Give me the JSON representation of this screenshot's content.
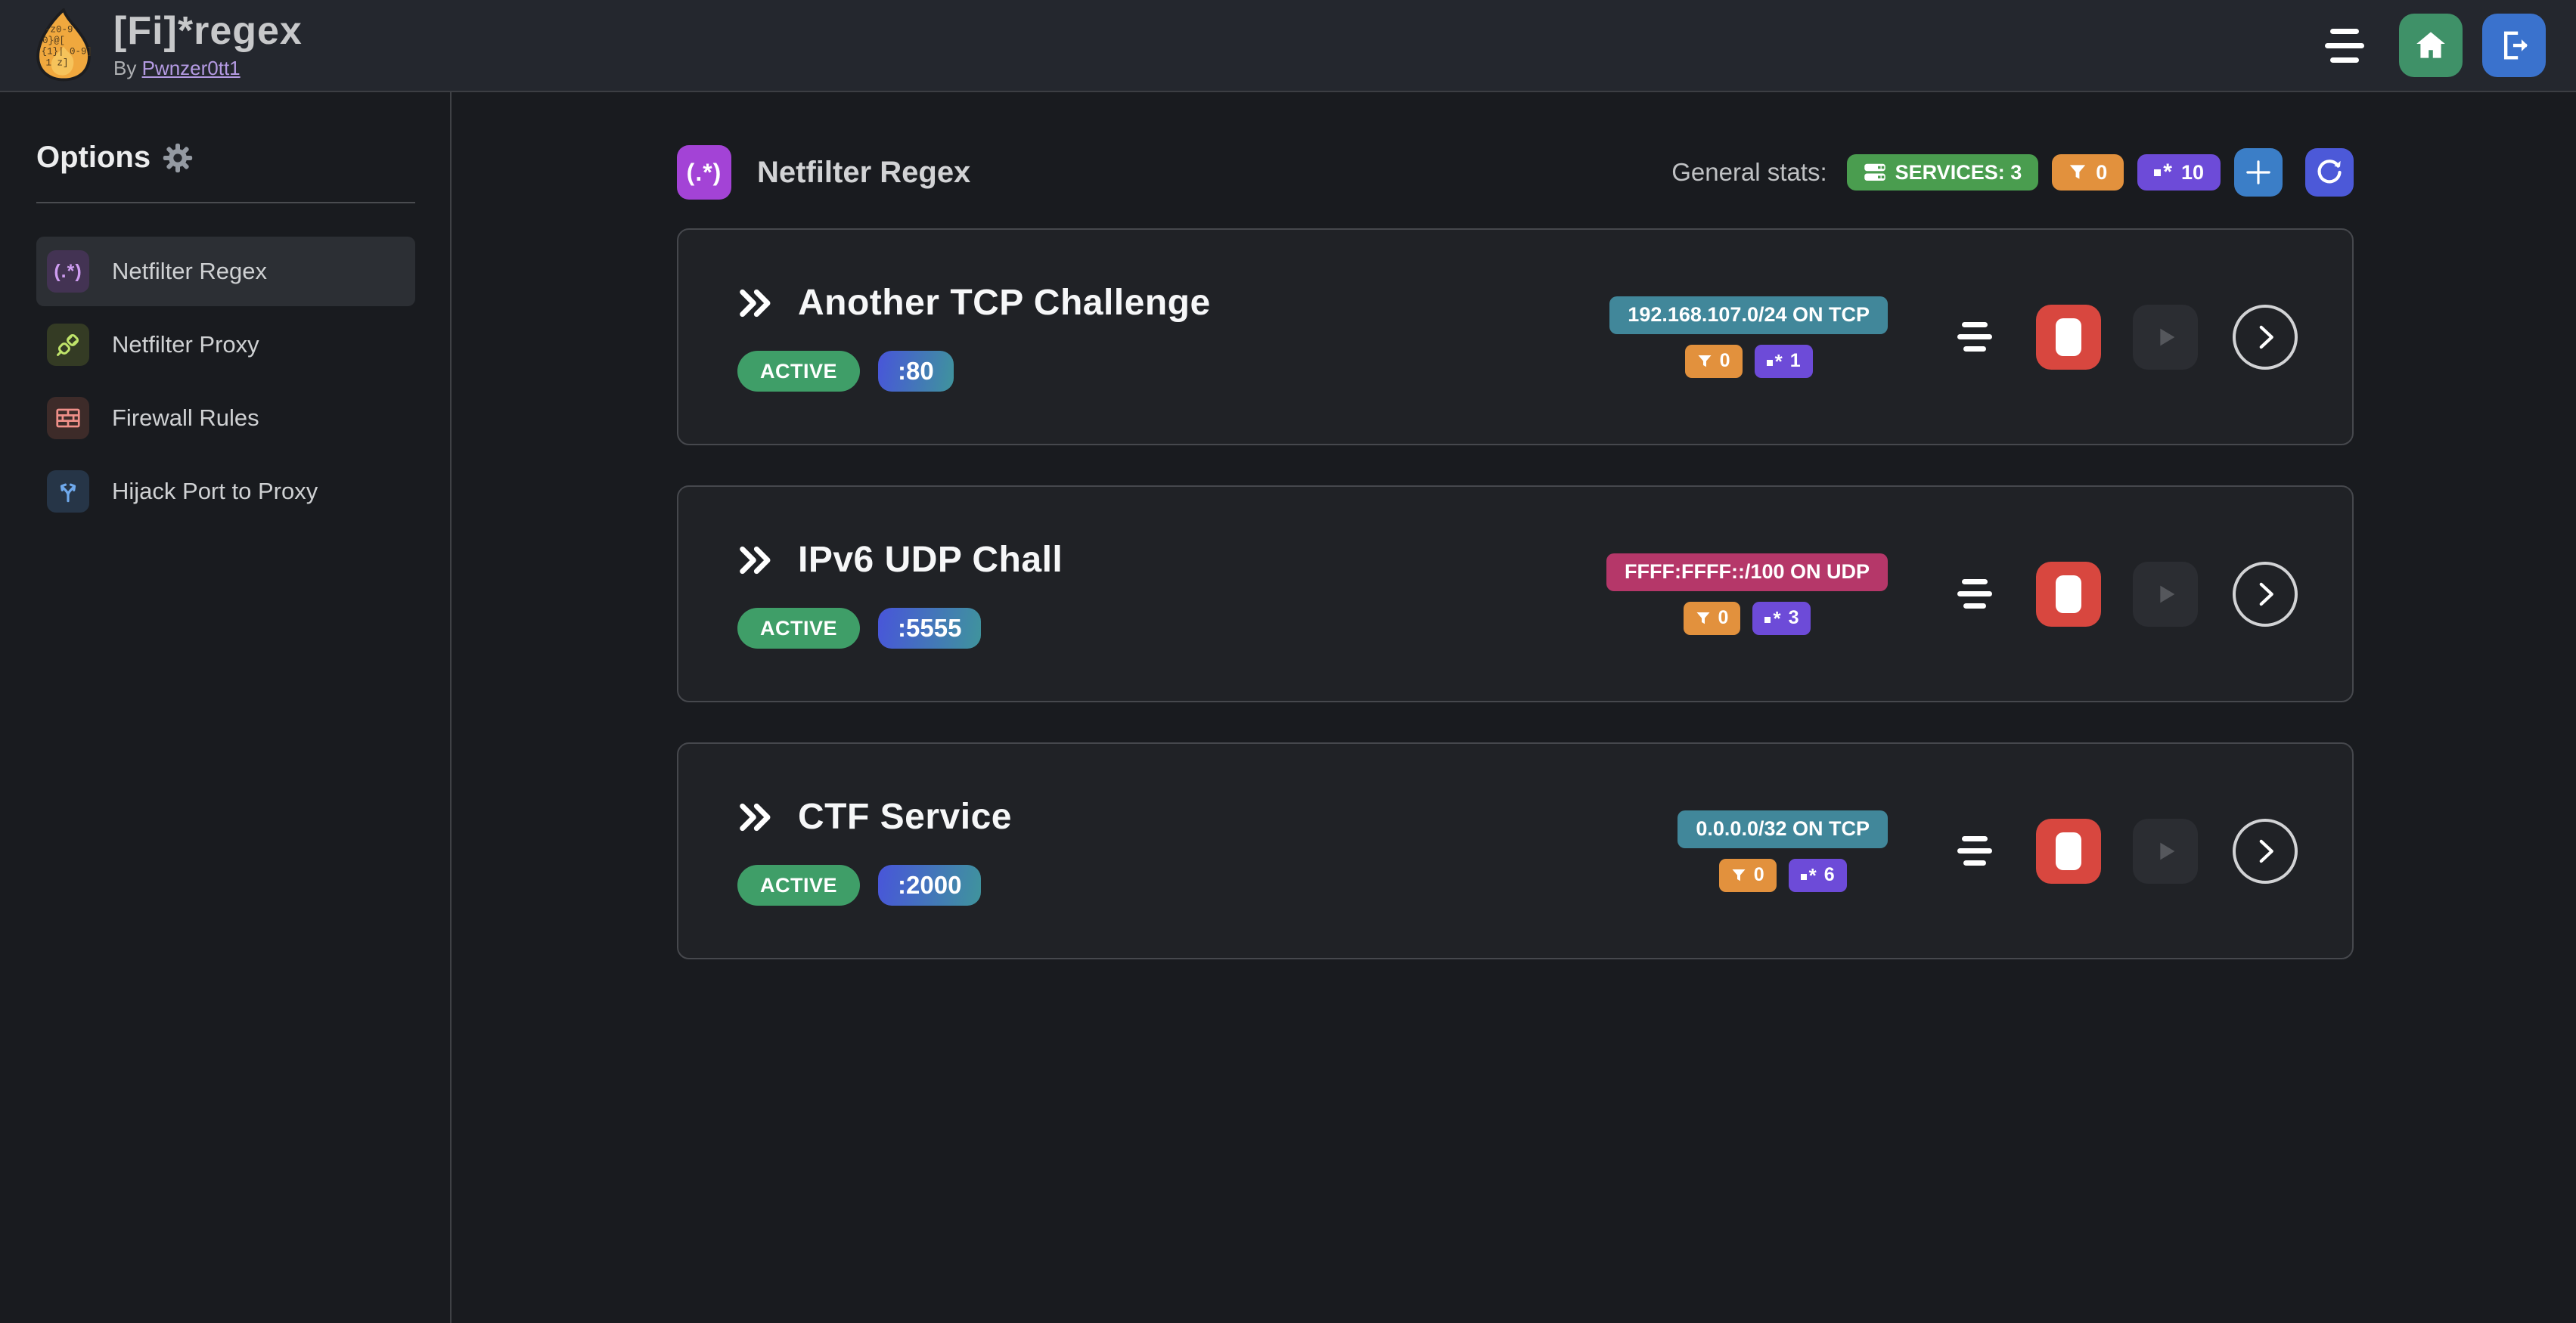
{
  "colors": {
    "page-bg": "#191b1f",
    "header-bg": "#24272e",
    "card-bg": "#202226",
    "card-border": "#46484d",
    "accent-green": "#4a9d4f",
    "accent-orange": "#e2913d",
    "accent-violet": "#6d4bd8",
    "active-green": "#3f9e68",
    "teal-badge": "#41879a",
    "pink-badge": "#b53769",
    "stop-red": "#d8473f",
    "home-green": "#3f9168",
    "logout-blue": "#3a72cd",
    "plus-blue": "#3b7ec7",
    "refresh-indigo": "#4c59d8",
    "section-purple": "#a343d6",
    "link-purple": "#b49ae2"
  },
  "header": {
    "title": "[Fi]*regex",
    "byline_prefix": "By",
    "byline_link": "Pwnzer0tt1"
  },
  "sidebar": {
    "heading": "Options",
    "items": [
      {
        "label": "Netfilter Regex",
        "glyph": "(.*)",
        "active": true
      },
      {
        "label": "Netfilter Proxy",
        "active": false
      },
      {
        "label": "Firewall Rules",
        "active": false
      },
      {
        "label": "Hijack Port to Proxy",
        "active": false
      }
    ]
  },
  "main": {
    "section": {
      "icon_glyph": "(.*)",
      "title": "Netfilter Regex"
    },
    "stats": {
      "label": "General stats:",
      "services": "SERVICES: 3",
      "filters": "0",
      "regexes": "10"
    },
    "services": [
      {
        "name": "Another TCP Challenge",
        "status": "ACTIVE",
        "port": ":80",
        "address": "192.168.107.0/24 ON TCP",
        "address_style": "teal",
        "filters": "0",
        "regexes": "1"
      },
      {
        "name": "IPv6 UDP Chall",
        "status": "ACTIVE",
        "port": ":5555",
        "address": "FFFF:FFFF::/100 ON UDP",
        "address_style": "pink",
        "filters": "0",
        "regexes": "3"
      },
      {
        "name": "CTF Service",
        "status": "ACTIVE",
        "port": ":2000",
        "address": "0.0.0.0/32 ON TCP",
        "address_style": "teal",
        "filters": "0",
        "regexes": "6"
      }
    ]
  }
}
